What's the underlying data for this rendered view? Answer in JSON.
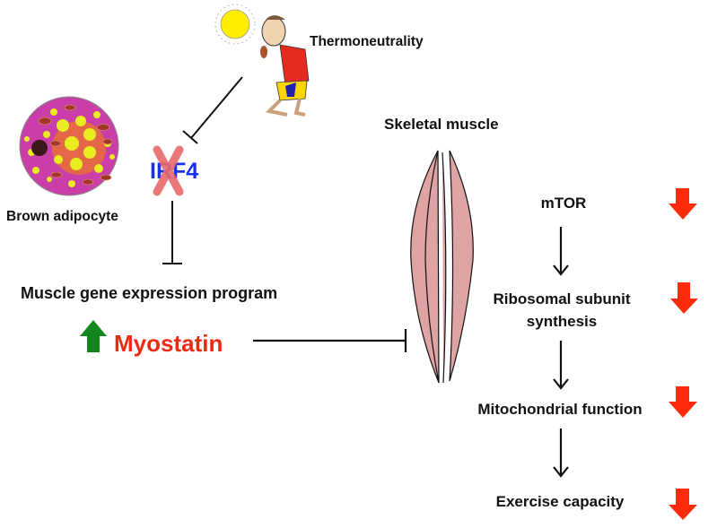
{
  "labels": {
    "thermoneutrality": "Thermoneutrality",
    "brown_adipocyte": "Brown adipocyte",
    "irf4": "IRF4",
    "muscle_gene_program": "Muscle gene expression program",
    "myostatin": "Myostatin",
    "skeletal_muscle": "Skeletal muscle",
    "mtor": "mTOR",
    "ribosomal_line1": "Ribosomal subunit",
    "ribosomal_line2": "synthesis",
    "mitochondrial": "Mitochondrial function",
    "exercise": "Exercise capacity"
  },
  "colors": {
    "irf4": "#1a2ff0",
    "knockout_x": "#e86a6a",
    "myostatin": "#ee2a14",
    "up_arrow": "#13861f",
    "down_arrow": "#ff2a0a",
    "muscle_fill": "#dea3a3"
  },
  "icons": [
    "sun-icon",
    "hot-person-illustration",
    "brown-adipocyte-illustration",
    "knockout-x-icon",
    "up-arrow-icon",
    "down-arrow-icon",
    "skeletal-muscle-illustration"
  ]
}
